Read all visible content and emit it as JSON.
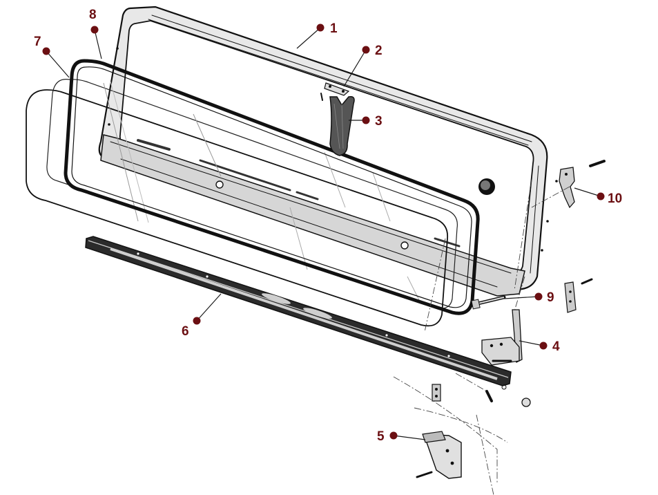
{
  "colors": {
    "marker": "#6b0f12",
    "label": "#6b0f12",
    "frame_fill": "#e6e6e6",
    "panel_fill": "#d9d9d9",
    "seal": "#111111"
  },
  "callouts": [
    {
      "id": "1",
      "label": "1"
    },
    {
      "id": "2",
      "label": "2"
    },
    {
      "id": "3",
      "label": "3"
    },
    {
      "id": "4",
      "label": "4"
    },
    {
      "id": "5",
      "label": "5"
    },
    {
      "id": "6",
      "label": "6"
    },
    {
      "id": "7",
      "label": "7"
    },
    {
      "id": "8",
      "label": "8"
    },
    {
      "id": "9",
      "label": "9"
    },
    {
      "id": "10",
      "label": "10"
    }
  ]
}
